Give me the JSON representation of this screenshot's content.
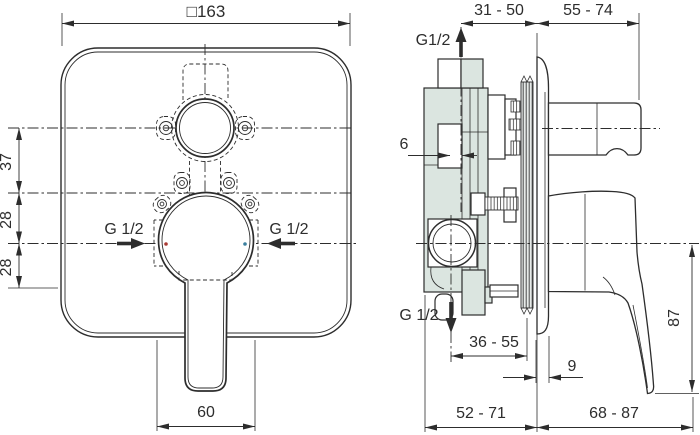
{
  "drawing_type": "technical-dimension-drawing",
  "colors": {
    "line": "#2d2d2d",
    "body_fill": "#dbe5e0",
    "background": "#ffffff",
    "hot_dot": "#a93a33",
    "cold_dot": "#3b7f9e"
  },
  "front_view": {
    "plate_width": "□163",
    "dim_37": "37",
    "dim_28_upper": "28",
    "dim_28_lower": "28",
    "inlet_left": "G 1/2",
    "inlet_right": "G 1/2",
    "dim_60": "60"
  },
  "side_view": {
    "dim_top_left": "31 - 50",
    "dim_top_right": "55 - 74",
    "outlet_top": "G1/2",
    "dim_offset": "6",
    "outlet_bottom": "G 1/2",
    "dim_depth": "36 - 55",
    "dim_plate_thickness": "9",
    "dim_lever_height": "87",
    "dim_bottom_left": "52 - 71",
    "dim_bottom_right": "68 - 87"
  }
}
